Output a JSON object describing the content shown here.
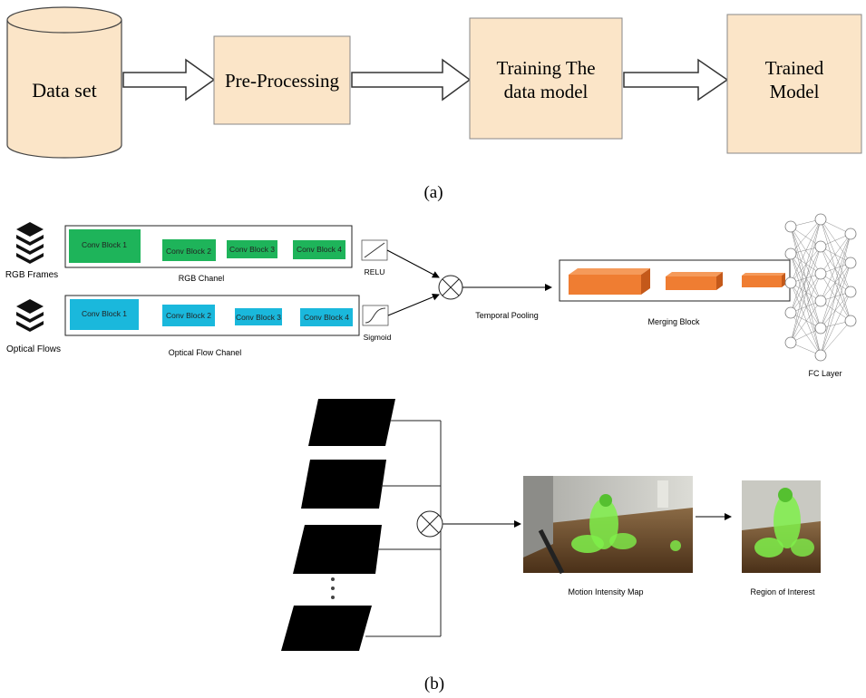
{
  "part_a": {
    "caption": "(a)",
    "nodes": {
      "dataset": "Data set",
      "preprocessing": "Pre-Processing",
      "training_line1": "Training The",
      "training_line2": "data model",
      "trained_line1": "Trained",
      "trained_line2": "Model"
    }
  },
  "part_top": {
    "rgb_frames_label": "RGB Frames",
    "optical_flows_label": "Optical Flows",
    "rgb_channel": {
      "label": "RGB Chanel",
      "blocks": [
        "Conv Block 1",
        "Conv Block 2",
        "Conv Block 3",
        "Conv Block 4"
      ]
    },
    "flow_channel": {
      "label": "Optical Flow Chanel",
      "blocks": [
        "Conv Block 1",
        "Conv Block 2",
        "Conv Block 3",
        "Conv Block 4"
      ]
    },
    "relu_label": "RELU",
    "sigmoid_label": "Sigmoid",
    "temporal_pooling_label": "Temporal Pooling",
    "merging_block_label": "Merging Block",
    "fc_layer_label": "FC Layer"
  },
  "part_b": {
    "caption": "(b)",
    "motion_map_label": "Motion Intensity Map",
    "roi_label": "Region of Interest"
  },
  "colors": {
    "flow_box_fill": "#fbe5c8",
    "rgb_block": "#1eb45a",
    "flow_block": "#1ab8dc",
    "merge_block": "#ef7d32",
    "highlight": "#7ff04a"
  }
}
